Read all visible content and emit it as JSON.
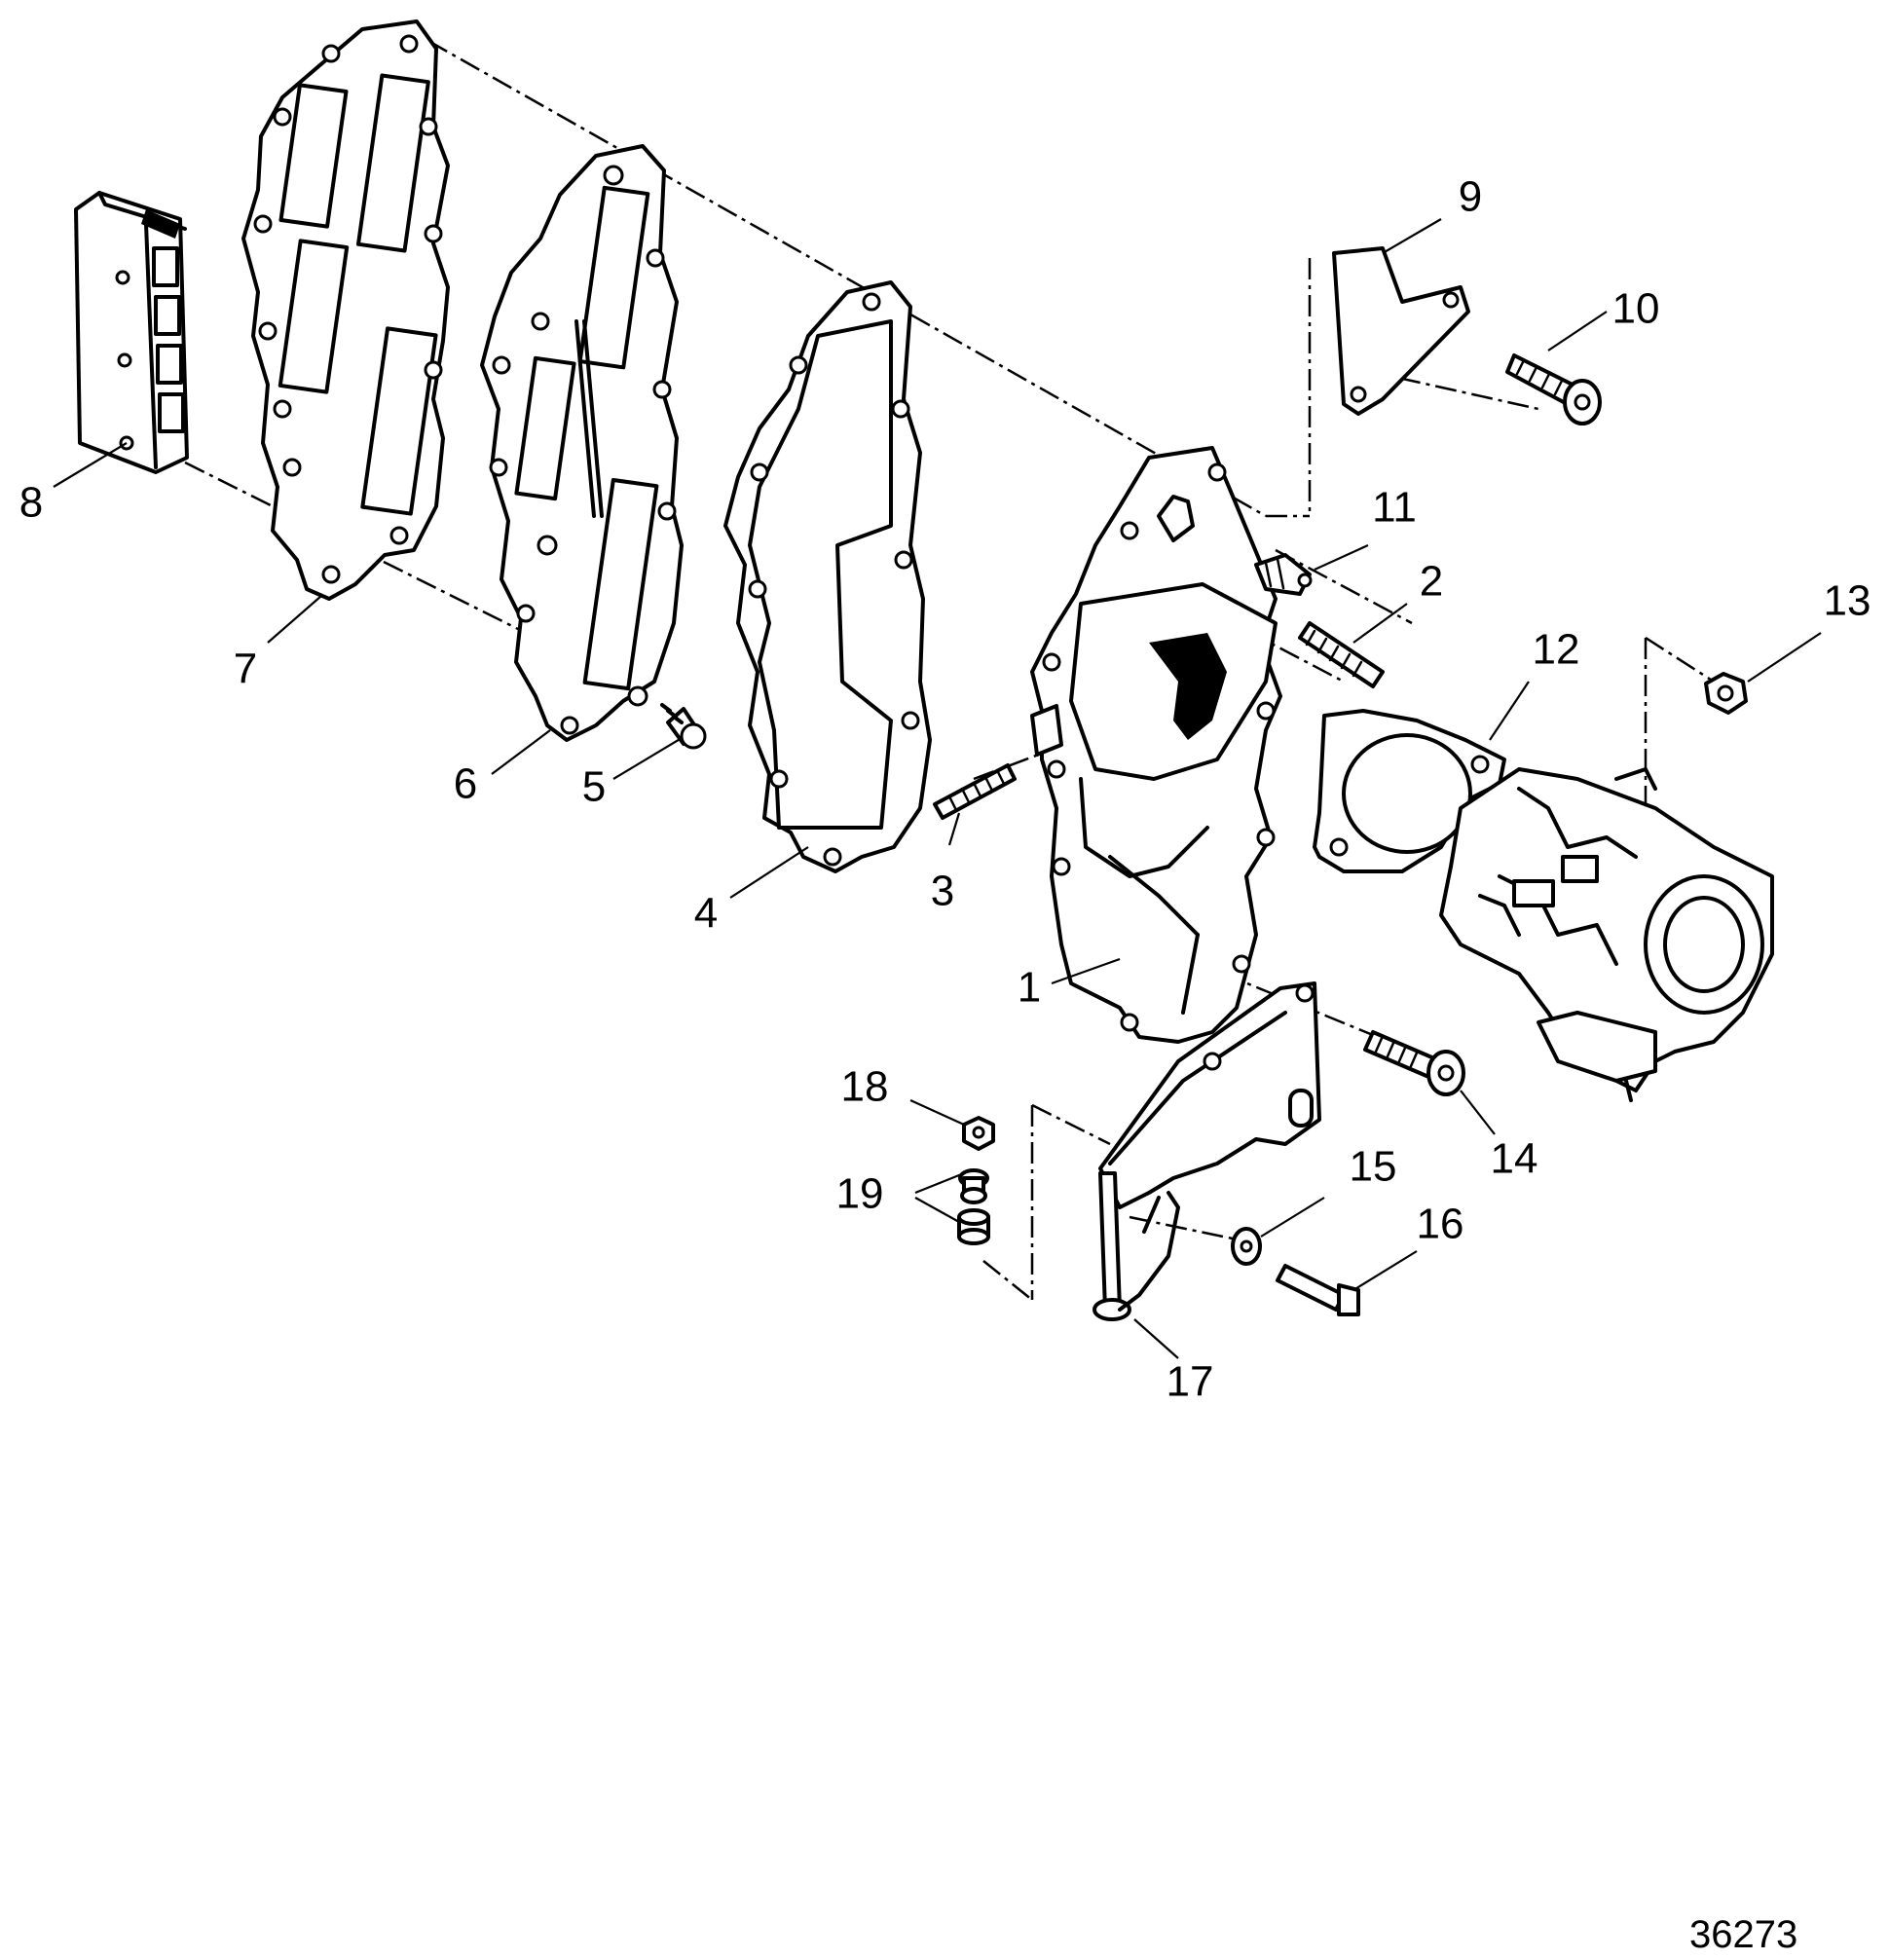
{
  "diagram": {
    "reference_number": "36273",
    "callouts": {
      "c1": "1",
      "c2": "2",
      "c3": "3",
      "c4": "4",
      "c5": "5",
      "c6": "6",
      "c7": "7",
      "c8": "8",
      "c9": "9",
      "c10": "10",
      "c11": "11",
      "c12": "12",
      "c13": "13",
      "c14": "14",
      "c15": "15",
      "c16": "16",
      "c17": "17",
      "c18": "18",
      "c19": "19"
    }
  }
}
